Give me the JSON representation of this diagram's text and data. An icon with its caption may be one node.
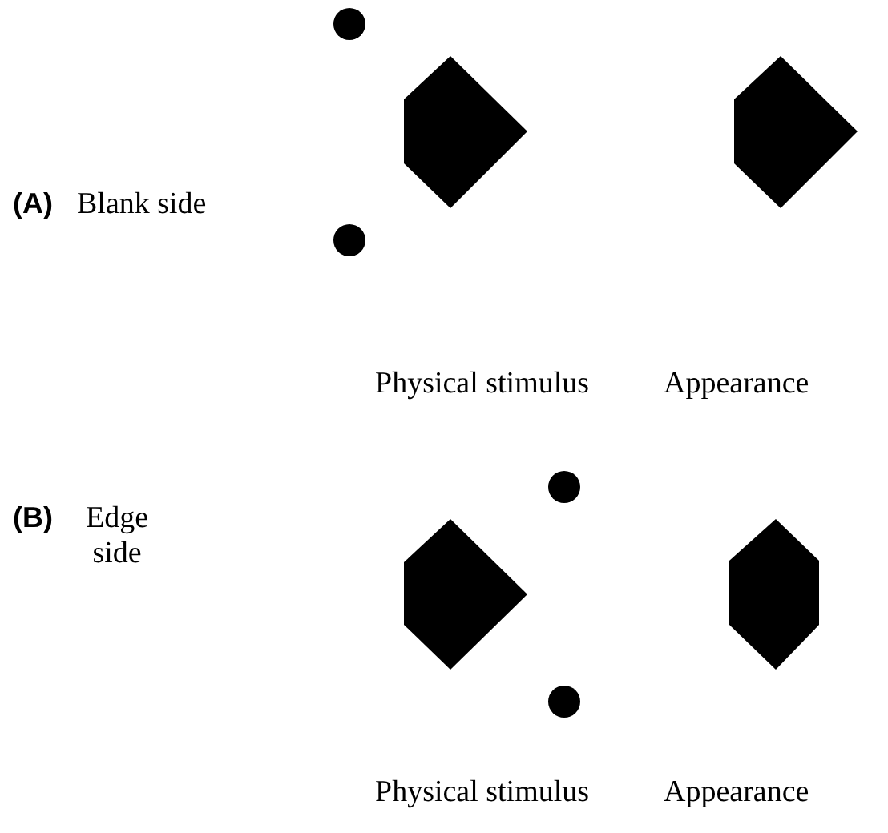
{
  "diagram": {
    "labels": [
      "(A)",
      "Blank side",
      "Physical stimulus",
      "Appearance",
      "(B)",
      "Edge side",
      "Physical stimulus",
      "Appearance"
    ]
  }
}
